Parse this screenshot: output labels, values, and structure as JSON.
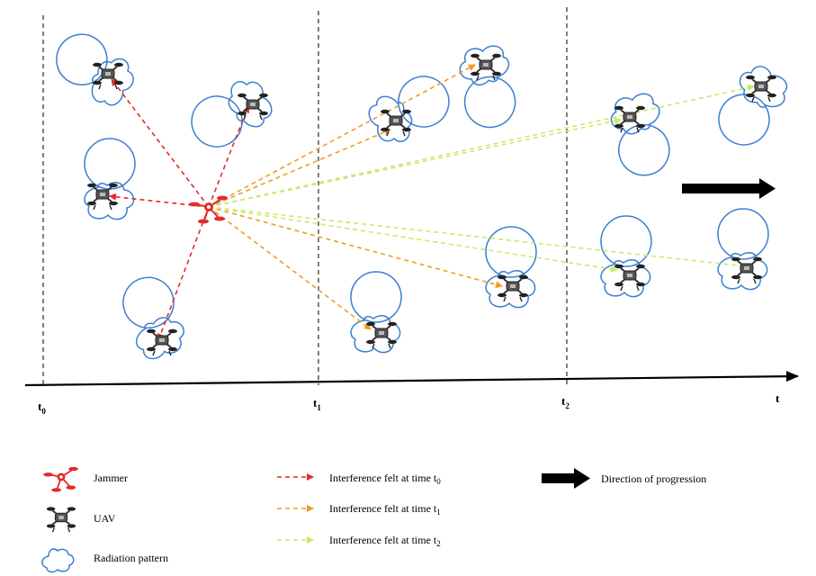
{
  "colors": {
    "t0": "#e42a2a",
    "t1": "#f39a23",
    "t2": "#c4ec6a",
    "pattern": "#3c7fd0",
    "axis": "#000000"
  },
  "axis": {
    "time_label": "t",
    "markers": [
      {
        "base": "t",
        "sub": "0"
      },
      {
        "base": "t",
        "sub": "1"
      },
      {
        "base": "t",
        "sub": "2"
      }
    ]
  },
  "legend": {
    "jammer": "Jammer",
    "uav": "UAV",
    "radiation": "Radiation pattern",
    "int0": {
      "text": "Interference felt at time t",
      "sub": "0"
    },
    "int1": {
      "text": "Interference felt at time t",
      "sub": "1"
    },
    "int2": {
      "text": "Interference felt at time t",
      "sub": "2"
    },
    "direction": "Direction of progression"
  },
  "icons": [
    "jammer-icon",
    "uav-icon",
    "radiation-pattern-icon",
    "arrow-right-icon"
  ]
}
